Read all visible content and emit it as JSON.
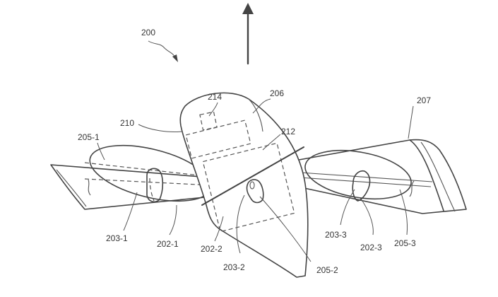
{
  "figure": {
    "ref_200": "200",
    "labels": {
      "l214": "214",
      "l206": "206",
      "l207": "207",
      "l210": "210",
      "l212": "212",
      "l205_1": "205-1",
      "l203_1": "203-1",
      "l202_1": "202-1",
      "l202_2": "202-2",
      "l203_2": "203-2",
      "l205_2": "205-2",
      "l203_3": "203-3",
      "l202_3": "202-3",
      "l205_3": "205-3"
    }
  }
}
